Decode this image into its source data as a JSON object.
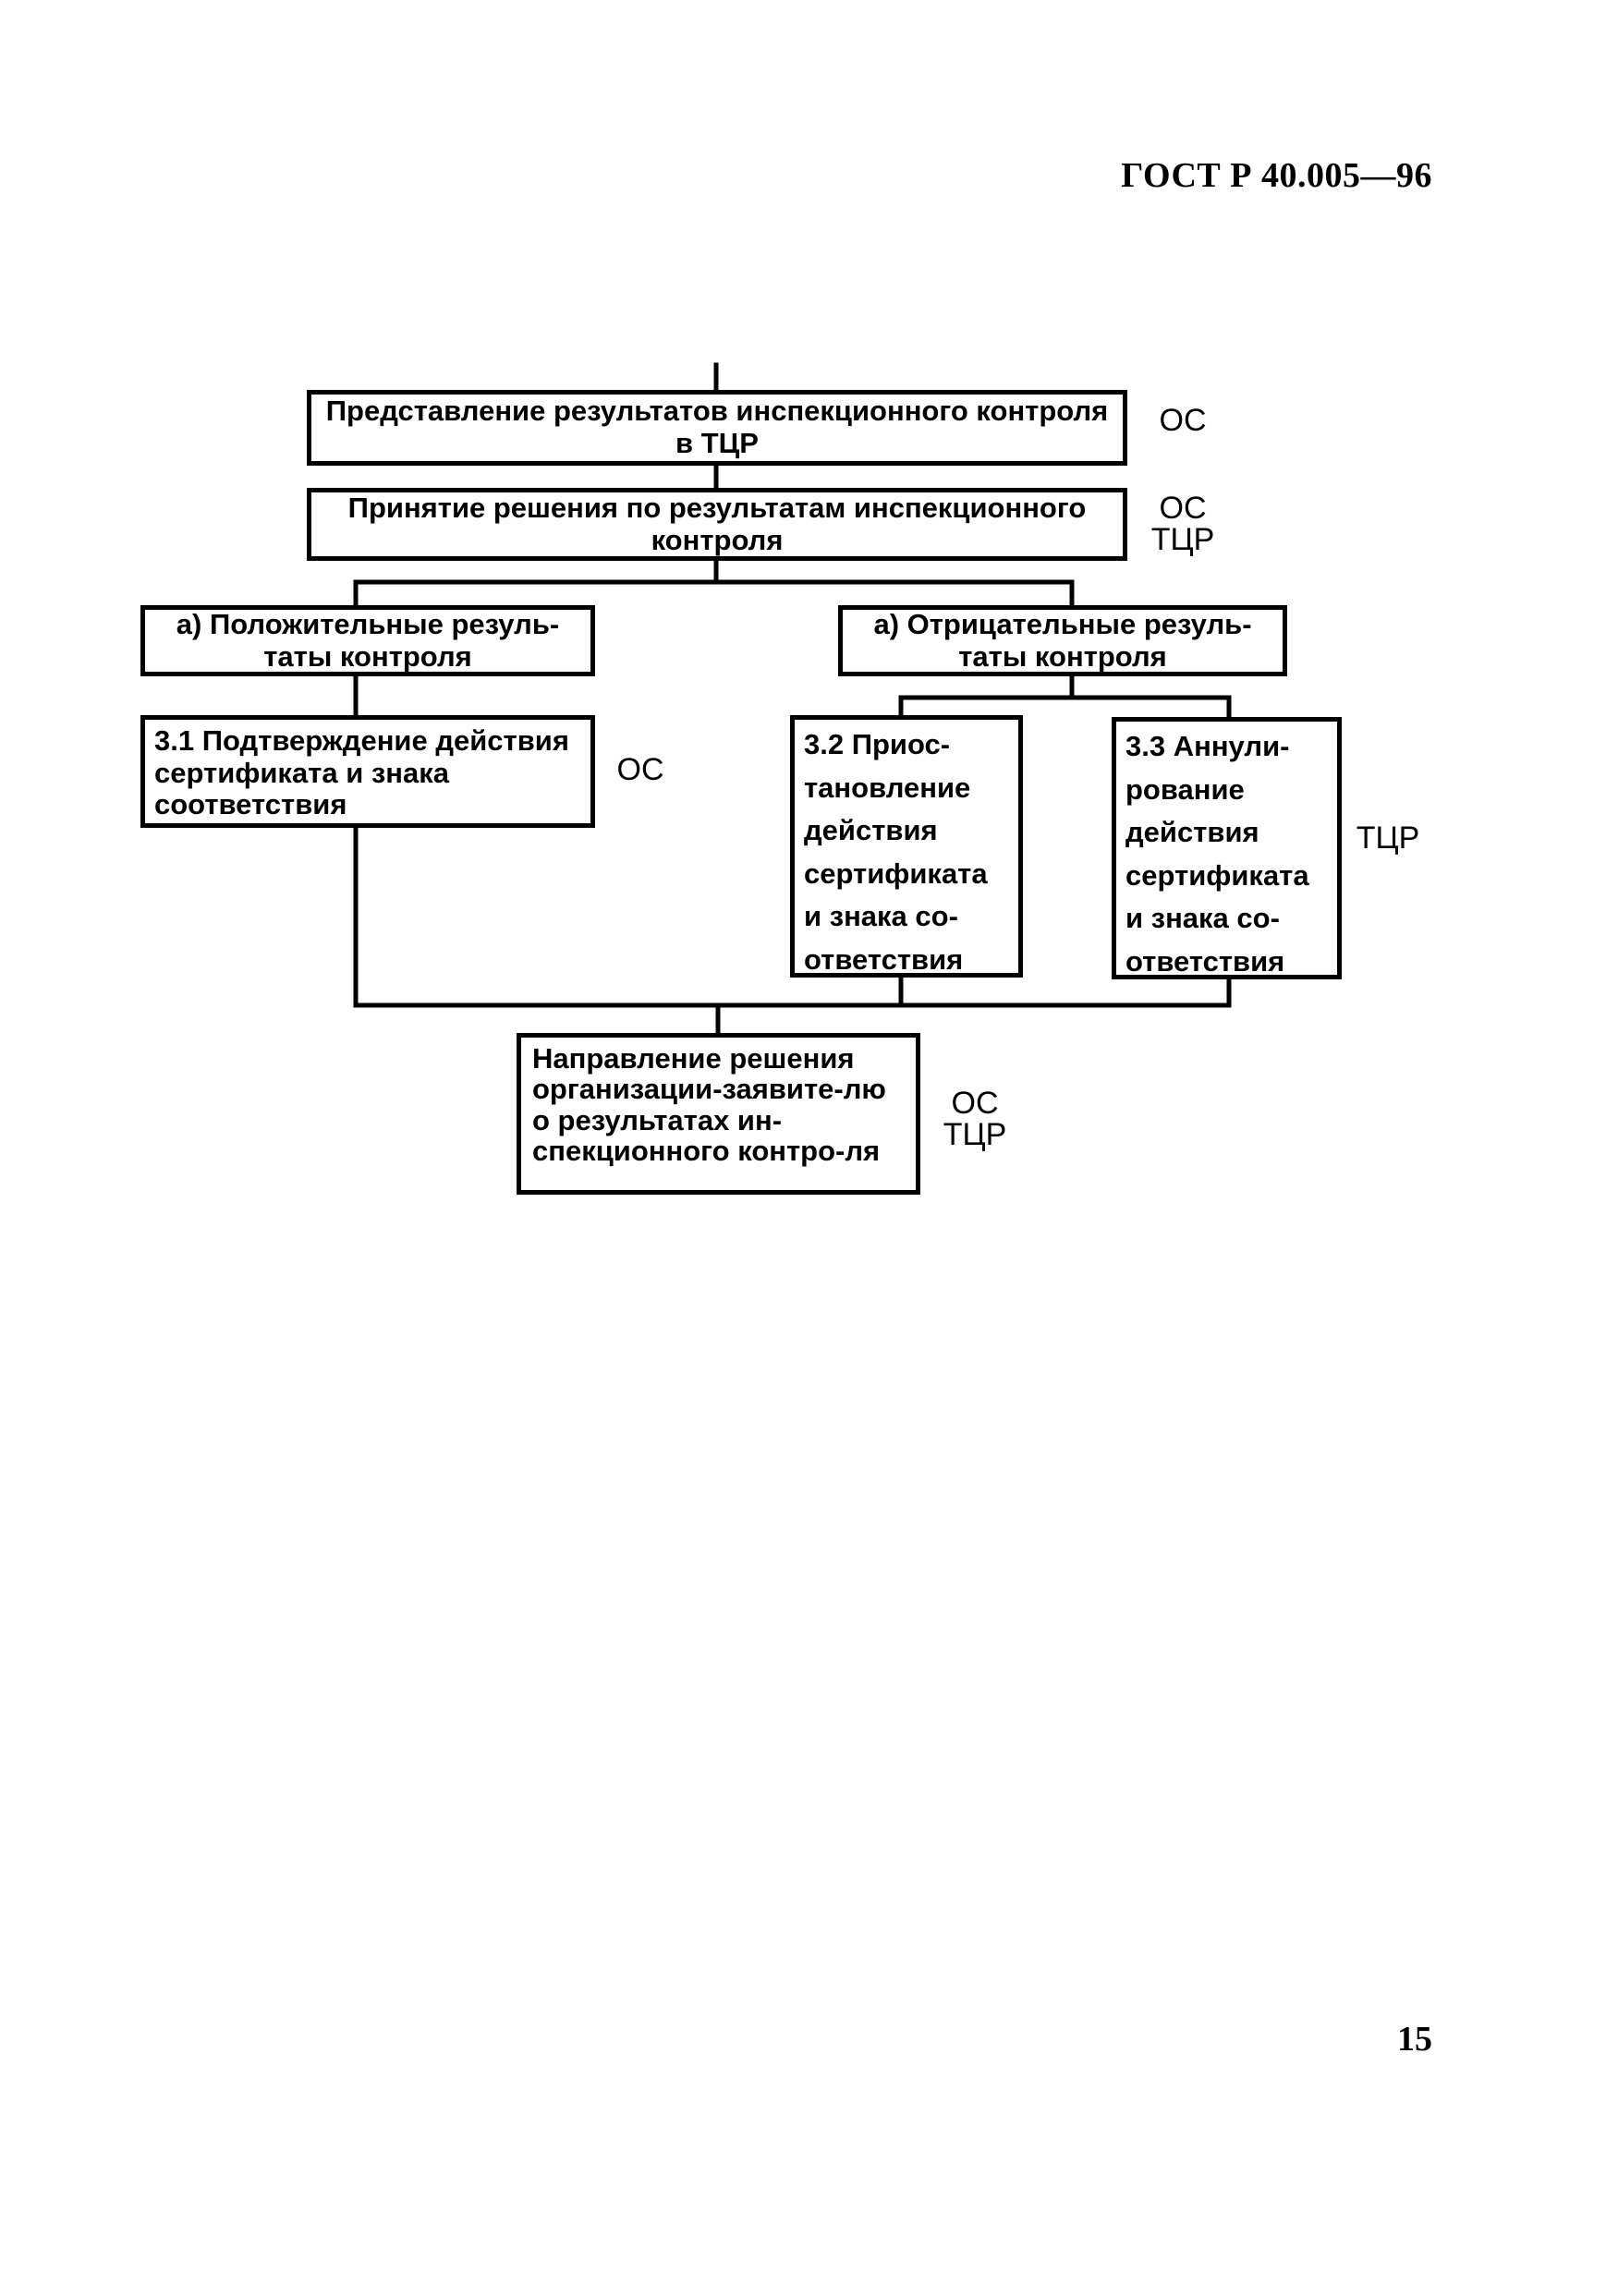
{
  "header": {
    "doc_code": "ГОСТ Р 40.005—96"
  },
  "footer": {
    "page_number": "15"
  },
  "diagram": {
    "box_present": "Представление результатов инспекционного контроля в ТЦР",
    "role_present": "ОС",
    "box_decision": "Принятие решения по результатам инспекционного контроля",
    "role_decision_1": "ОС",
    "role_decision_2": "ТЦР",
    "box_positive": "а) Положительные резуль-таты контроля",
    "box_negative": "а) Отрицательные резуль-таты контроля",
    "box_confirm": "3.1 Подтверждение действия сертификата и знака соответствия",
    "role_confirm": "ОС",
    "box_suspend": "3.2 Приос-тановление действия сертификата и знака со-ответствия",
    "box_annul": "3.3 Аннули-рование действия сертификата и знака со-ответствия",
    "role_annul": "ТЦР",
    "box_notify": "Направление решения организации-заявите-лю о результатах ин-спекционного контро-ля",
    "role_notify_1": "ОС",
    "role_notify_2": "ТЦР"
  }
}
